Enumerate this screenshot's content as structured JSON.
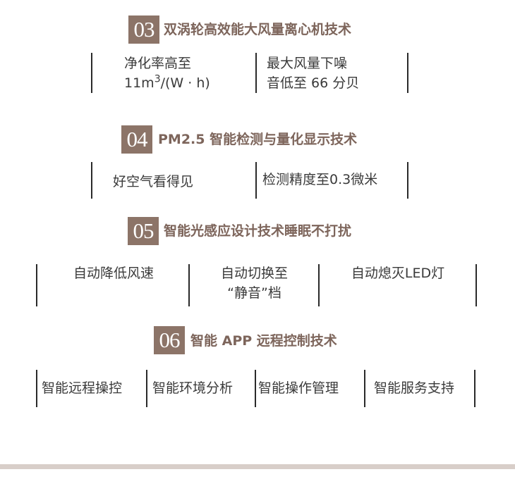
{
  "sections": [
    {
      "number": "03",
      "title": "双涡轮高效能大风量离心机技术",
      "items": [
        {
          "line1": "净化率高至",
          "line2_prefix": "11m",
          "line2_sup": "3",
          "line2_suffix": "/(W · h)"
        },
        {
          "line1": "最大风量下噪",
          "line2": "音低至 66 分贝"
        }
      ]
    },
    {
      "number": "04",
      "title": "PM2.5 智能检测与量化显示技术",
      "items": [
        {
          "line1": "好空气看得见"
        },
        {
          "line1": "检测精度至0.3微米"
        }
      ]
    },
    {
      "number": "05",
      "title": "智能光感应设计技术睡眠不打扰",
      "items": [
        {
          "line1": "自动降低风速"
        },
        {
          "line1": "自动切换至",
          "line2": "“静音”档"
        },
        {
          "line1": "自动熄灭LED灯"
        }
      ]
    },
    {
      "number": "06",
      "title": "智能 APP 远程控制技术",
      "items": [
        {
          "line1": "智能远程操控"
        },
        {
          "line1": "智能环境分析"
        },
        {
          "line1": "智能操作管理"
        },
        {
          "line1": "智能服务支持"
        }
      ]
    }
  ],
  "colors": {
    "badge": "#8c7468",
    "title": "#7d655b",
    "bottom_bar": "#d8cec9"
  }
}
